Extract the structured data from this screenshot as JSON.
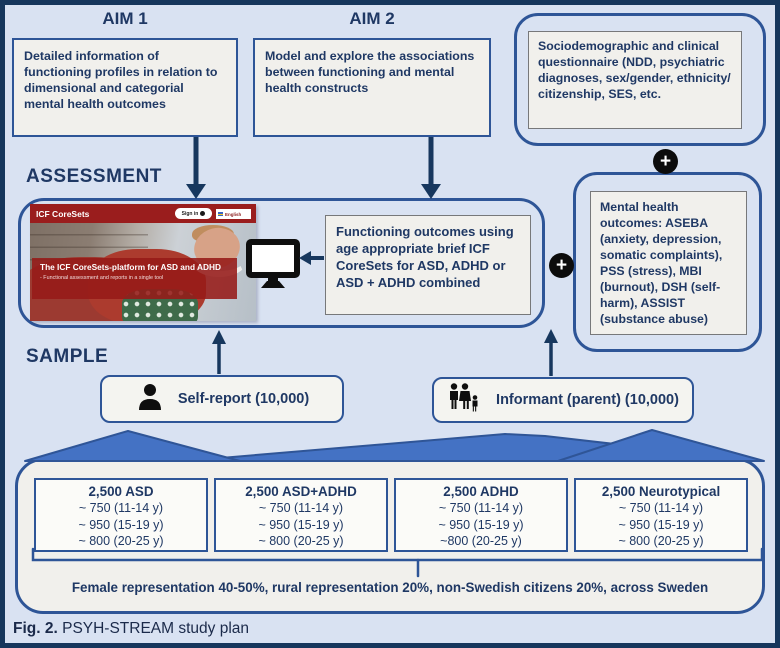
{
  "aims": {
    "aim1": {
      "title": "AIM 1",
      "body": "Detailed information of functioning profiles in relation to dimensional and categorial mental health outcomes"
    },
    "aim2": {
      "title": "AIM 2",
      "body": "Model and explore the associations between functioning and mental health constructs"
    }
  },
  "sociodemographic_box": "Sociodemographic and clinical questionnaire (NDD, psychiatric diagnoses, sex/gender, ethnicity/ citizenship, SES, etc.",
  "assessment": {
    "section_label": "ASSESSMENT",
    "website": {
      "title": "ICF CoreSets",
      "sign_in_label": "Sign in",
      "language_label": "English",
      "banner_title": "The ICF CoreSets-platform for ASD and ADHD",
      "banner_subtitle": "- Functional assessment and reports in a single tool"
    },
    "functioning_box": "Functioning outcomes using age appropriate brief ICF CoreSets for ASD, ADHD or ASD + ADHD combined",
    "mental_health_box": "Mental health outcomes: ASEBA (anxiety, depression, somatic complaints), PSS (stress), MBI (burnout), DSH (self-harm), ASSIST (substance abuse)"
  },
  "sample": {
    "section_label": "SAMPLE",
    "self_report_label": "Self-report (10,000)",
    "informant_label": "Informant (parent) (10,000)",
    "groups": [
      {
        "title": "2,500 ASD",
        "lines": [
          "~ 750 (11-14 y)",
          "~ 950 (15-19 y)",
          "~ 800 (20-25 y)"
        ]
      },
      {
        "title": "2,500 ASD+ADHD",
        "lines": [
          "~ 750 (11-14 y)",
          "~ 950 (15-19 y)",
          "~ 800 (20-25 y)"
        ]
      },
      {
        "title": "2,500 ADHD",
        "lines": [
          "~ 750 (11-14 y)",
          "~ 950 (15-19 y)",
          "~800 (20-25 y)"
        ]
      },
      {
        "title": "2,500 Neurotypical",
        "lines": [
          "~ 750 (11-14 y)",
          "~ 950 (15-19 y)",
          "~ 800 (20-25 y)"
        ]
      }
    ],
    "note": "Female representation 40-50%, rural representation 20%, non-Swedish citizens 20%, across Sweden"
  },
  "caption": {
    "label": "Fig. 2.",
    "text": " PSYH-STREAM study plan"
  },
  "icons": {
    "plus": "+"
  },
  "colors": {
    "background": "#d9e2f2",
    "frame": "#16365c",
    "container_border": "#2e5597",
    "text": "#1f3864",
    "box_fill": "#f1f0ec",
    "funnel_fill": "#4472c4",
    "website_red": "#9a1d1d",
    "plus_badge": "#0c0c0c"
  }
}
